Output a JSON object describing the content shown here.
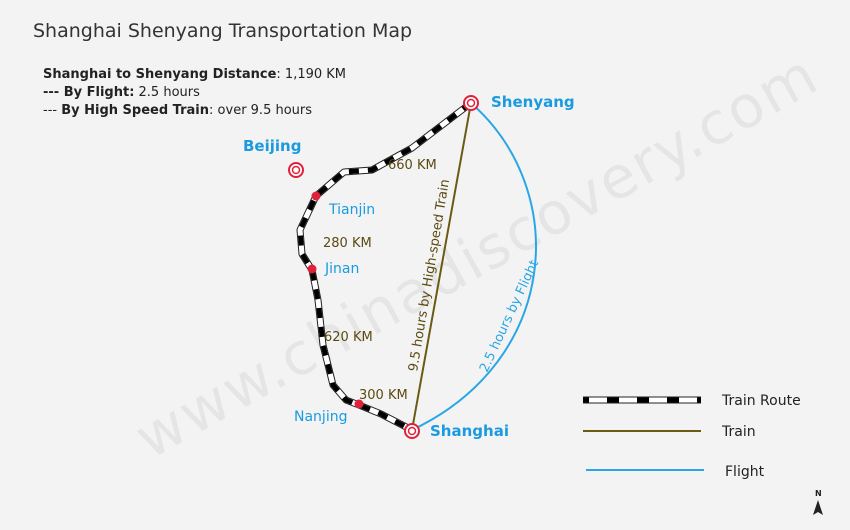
{
  "title": "Shanghai Shenyang Transportation Map",
  "info": {
    "line1_label": "Shanghai to Shenyang Distance",
    "line1_value": ": 1,190 KM",
    "line2_label": "--- By Flight:",
    "line2_value": " 2.5 hours",
    "line3_prefix": "--- ",
    "line3_label": "By High Speed Train",
    "line3_value": ": over 9.5 hours"
  },
  "cities": {
    "shenyang": "Shenyang",
    "beijing": "Beijing",
    "tianjin": "Tianjin",
    "jinan": "Jinan",
    "nanjing": "Nanjing",
    "shanghai": "Shanghai"
  },
  "distances": {
    "seg1": "660 KM",
    "seg2": "280 KM",
    "seg3": "620 KM",
    "seg4": "300 KM"
  },
  "routes": {
    "train_label": "9.5 hours by High-speed Train",
    "flight_label": "2.5 hours by Flight"
  },
  "legend": {
    "train_route": "Train Route",
    "train": "Train",
    "flight": "Flight"
  },
  "watermark": "www.chinadiscovery.com",
  "north_label": "N",
  "colors": {
    "city_blue": "#1a9be0",
    "distance": "#5b4a12",
    "train_line": "#6b5a14",
    "flight_line": "#2aa6e6",
    "city_marker": "#e0213a"
  }
}
